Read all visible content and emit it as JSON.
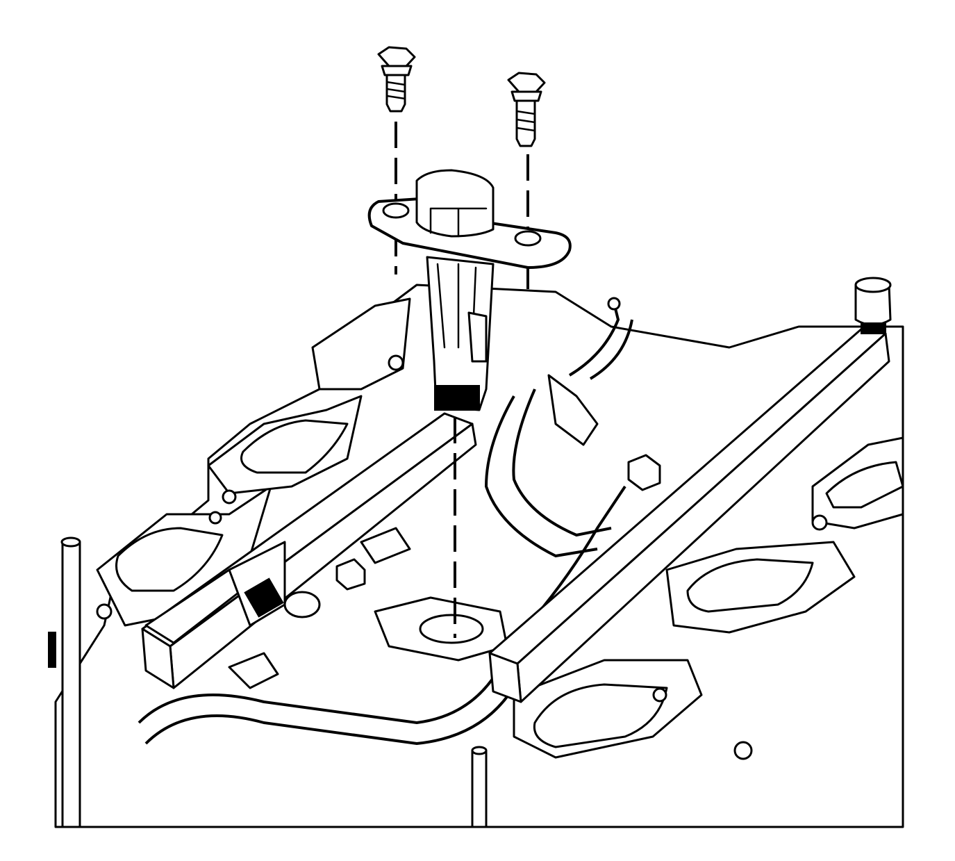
{
  "diagram": {
    "kind": "exploded-view line illustration",
    "colors": {
      "stroke": "#000000",
      "background": "#ffffff"
    },
    "components": [
      "bolt",
      "bolt",
      "sensor",
      "sensor-flange",
      "fuel-rail-left",
      "fuel-rail-right",
      "intake-manifold",
      "wiring-harness"
    ]
  }
}
